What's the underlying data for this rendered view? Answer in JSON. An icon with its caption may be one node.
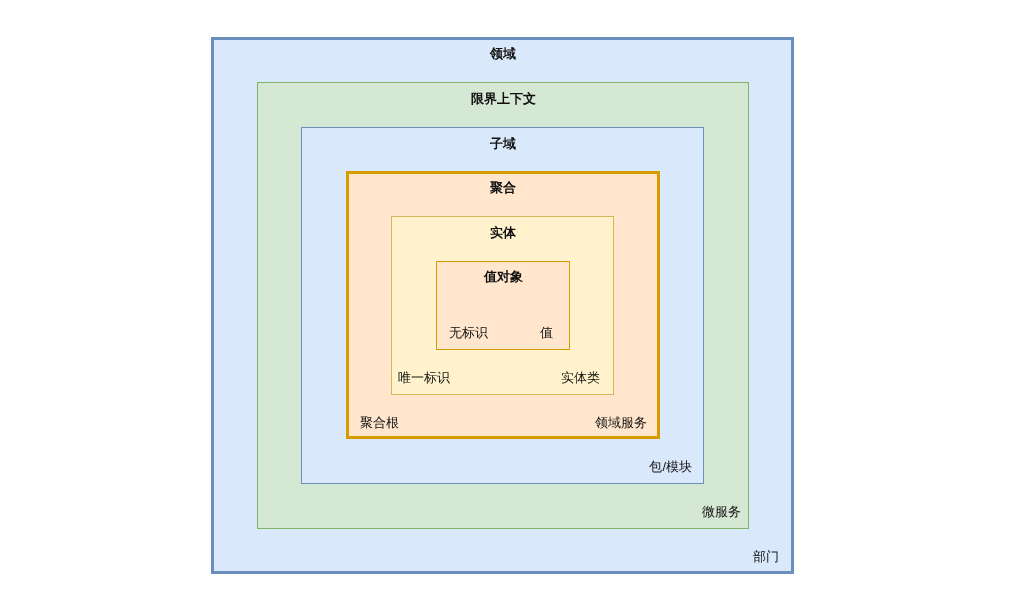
{
  "diagram": {
    "nodes": [
      {
        "text": [
          "领域",
          "部门"
        ]
      },
      {
        "text": [
          "限界上下文",
          "微服务"
        ],
        "in": 0
      },
      {
        "text": [
          "子域",
          "包/模块"
        ],
        "in": 1
      },
      {
        "text": [
          "聚合",
          "聚合根",
          "领域服务"
        ],
        "in": 2
      },
      {
        "text": [
          "实体",
          "唯一标识",
          "实体类"
        ],
        "in": 3
      },
      {
        "text": [
          "值对象",
          "无标识",
          "值"
        ],
        "in": 4
      }
    ]
  }
}
